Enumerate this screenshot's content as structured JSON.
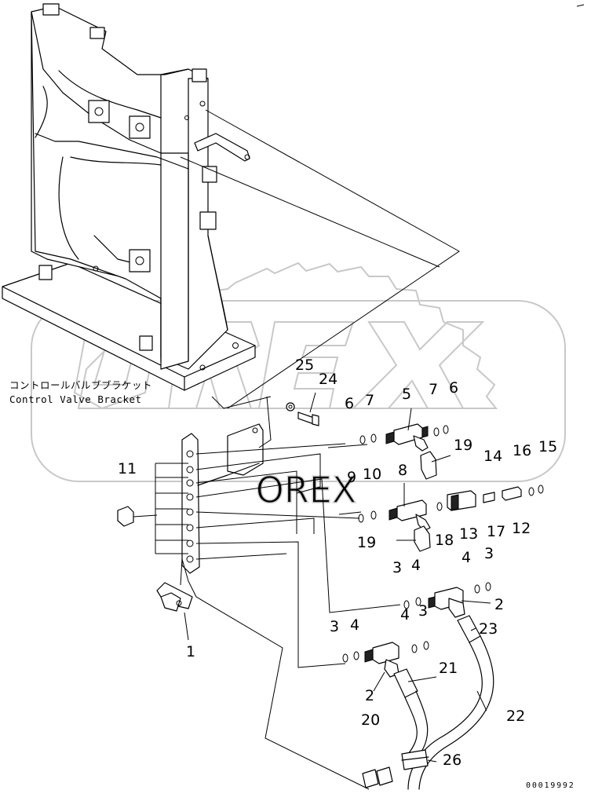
{
  "caption": {
    "jp": "コントロールバルブブラケット",
    "en": "Control Valve Bracket"
  },
  "document_number": "00019992",
  "watermark": "OREX",
  "callouts": {
    "c1": "1",
    "c2a": "2",
    "c2b": "2",
    "c3a": "3",
    "c3b": "3",
    "c3c": "3",
    "c3d": "3",
    "c4a": "4",
    "c4b": "4",
    "c4c": "4",
    "c4d": "4",
    "c5": "5",
    "c6a": "6",
    "c6b": "6",
    "c7a": "7",
    "c7b": "7",
    "c8": "8",
    "c9": "9",
    "c10": "10",
    "c11": "11",
    "c12": "12",
    "c13": "13",
    "c14": "14",
    "c15": "15",
    "c16": "16",
    "c17": "17",
    "c18": "18",
    "c19a": "19",
    "c19b": "19",
    "c20": "20",
    "c21": "21",
    "c22": "22",
    "c23": "23",
    "c24": "24",
    "c25": "25",
    "c26": "26"
  }
}
